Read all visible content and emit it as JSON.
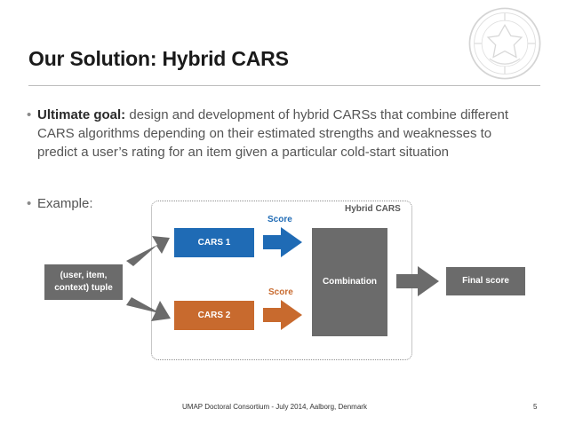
{
  "slide": {
    "title": "Our Solution: Hybrid CARS",
    "bullets": [
      {
        "lead": "Ultimate goal:",
        "text": " design and development of hybrid CARSs that combine different CARS algorithms depending on their estimated strengths and weaknesses to predict a user’s rating for an item given a particular cold-start situation"
      },
      {
        "lead": "",
        "text": "Example:"
      }
    ],
    "bullet_glyph": "•"
  },
  "diagram": {
    "group_label": "Hybrid CARS",
    "input": "(user, item, context) tuple",
    "cars1": "CARS 1",
    "cars2": "CARS 2",
    "score1": "Score",
    "score2": "Score",
    "combination": "Combination",
    "final": "Final score",
    "colors": {
      "blue": "#1f6bb5",
      "orange": "#c86a2e",
      "gray": "#6b6b6b"
    }
  },
  "footer": {
    "text": "UMAP Doctoral Consortium - July 2014, Aalborg, Denmark",
    "page": "5"
  }
}
